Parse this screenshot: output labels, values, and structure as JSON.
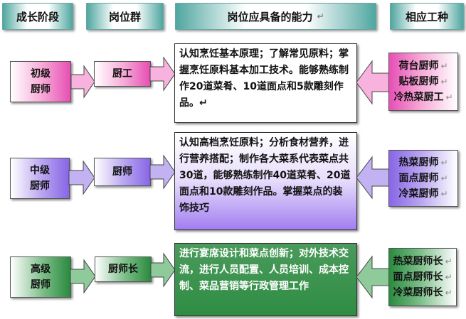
{
  "headers": {
    "stage": "成长阶段",
    "post_group": "岗位群",
    "ability": "岗位应具备的能力",
    "job_type": "相应工种",
    "return_mark": "↵"
  },
  "rows": [
    {
      "stage_line1": "初级",
      "stage_line2": "厨师",
      "post": "厨工",
      "ability": "认知烹饪基本原理；了解常见原料；掌握烹饪原料基本加工技术。能够熟练制作20道菜肴、10道面点和5款雕刻作品。↵",
      "jobs": [
        "荷台厨师",
        "贴板厨师",
        "冷热菜厨工"
      ],
      "jobs_marks": [
        "↵",
        "↵",
        "↵"
      ],
      "color": "#e64fb4"
    },
    {
      "stage_line1": "中级",
      "stage_line2": "厨师",
      "post": "厨师",
      "ability": "认知高档烹饪原料；分析食材营养，进行营养搭配；制作各大菜系代表菜点共30道，能够熟练制作40道菜肴、20道面点和10款雕刻作品。掌握菜点的装饰技巧",
      "jobs": [
        "热菜厨师",
        "面点厨师",
        "冷菜厨师"
      ],
      "jobs_marks": [
        "↵",
        "↵",
        "↵"
      ],
      "color": "#8766e6"
    },
    {
      "stage_line1": "高级",
      "stage_line2": "厨师",
      "post": "厨师长",
      "ability": "进行宴席设计和菜点创新；对外技术交流，进行人员配置、人员培训、成本控制、菜品营销等行政管理工作",
      "jobs": [
        "热菜厨师长",
        "面点厨师长",
        "冷菜厨师长"
      ],
      "jobs_marks": [
        "↵",
        "↵",
        "↵"
      ],
      "color": "#2a8a3e"
    }
  ]
}
